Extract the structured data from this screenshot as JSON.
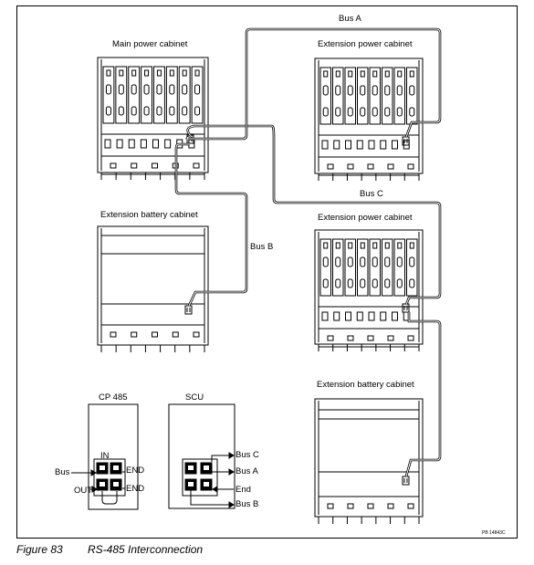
{
  "labels": {
    "main_power": "Main power cabinet",
    "ext_power_1": "Extension power cabinet",
    "ext_power_2": "Extension power cabinet",
    "ext_battery_1": "Extension battery cabinet",
    "ext_battery_2": "Extension battery cabinet",
    "bus_a": "Bus A",
    "bus_b": "Bus B",
    "bus_c": "Bus C",
    "cp485": "CP 485",
    "scu": "SCU",
    "cp_in": "IN",
    "cp_bus": "Bus",
    "cp_end1": "END",
    "cp_out": "OUT",
    "cp_end2": "END",
    "scu_bus_c": "Bus C",
    "scu_bus_a": "Bus A",
    "scu_end": "End",
    "scu_bus_b": "Bus B"
  },
  "ref_code": "PB 14843C",
  "caption": {
    "number": "Figure 83",
    "title": "RS-485 Interconnection"
  }
}
